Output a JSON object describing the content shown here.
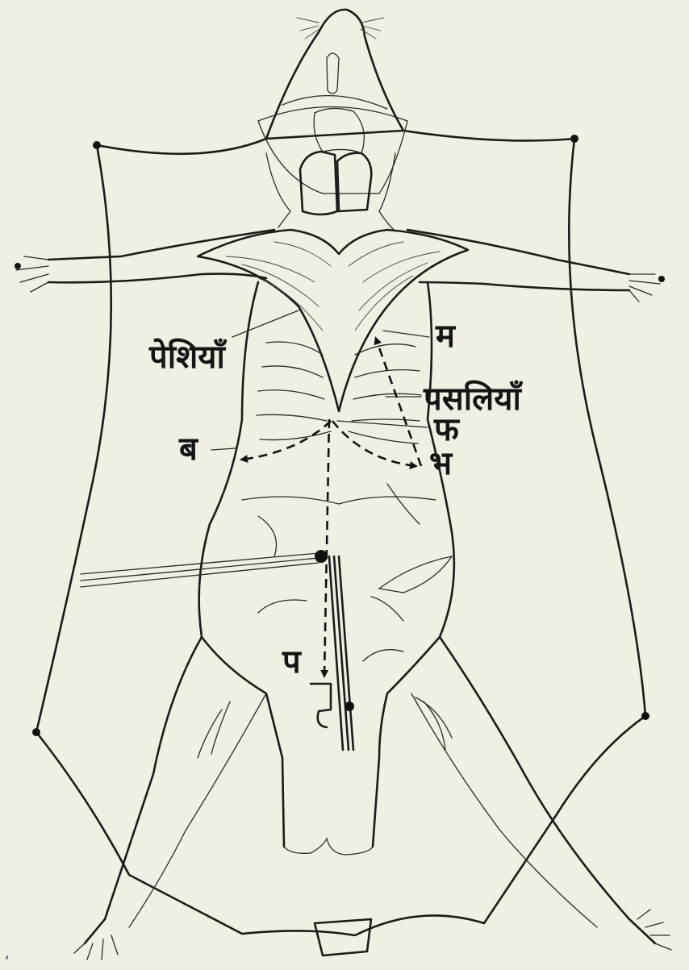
{
  "labels": {
    "muscles": "पेशियाँ",
    "ribs": "पसलियाँ",
    "m": "म",
    "ph": "फ",
    "bh": "भ",
    "b": "ब",
    "p": "प"
  },
  "corner_mark": "ʻ"
}
